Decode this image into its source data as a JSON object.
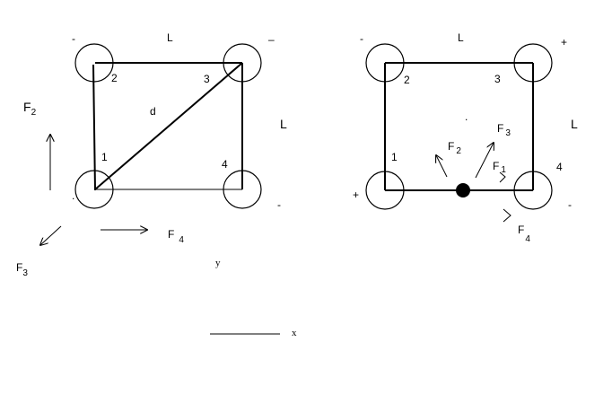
{
  "left_figure": {
    "side_top": "L",
    "side_right": "L",
    "diagonal": "d",
    "corners": [
      {
        "num": "1",
        "sign": "."
      },
      {
        "num": "2",
        "sign": "-"
      },
      {
        "num": "3",
        "sign": "–"
      },
      {
        "num": "4",
        "sign": "-"
      }
    ],
    "forces": [
      {
        "main": "F",
        "sub": "2"
      },
      {
        "main": "F",
        "sub": "3"
      },
      {
        "main": "F",
        "sub": "4"
      }
    ]
  },
  "right_figure": {
    "side_top": "L",
    "side_right": "L",
    "midpoint_dot": ".",
    "corners": [
      {
        "num": "1",
        "sign": "+"
      },
      {
        "num": "2",
        "sign": "-"
      },
      {
        "num": "3",
        "sign": "+"
      },
      {
        "num": "4",
        "sign": "-"
      }
    ],
    "forces": [
      {
        "main": "F",
        "sub": "1"
      },
      {
        "main": "F",
        "sub": "2"
      },
      {
        "main": "F",
        "sub": "3"
      },
      {
        "main": "F",
        "sub": "4"
      }
    ]
  },
  "axes": {
    "y": "y",
    "x": "x"
  }
}
